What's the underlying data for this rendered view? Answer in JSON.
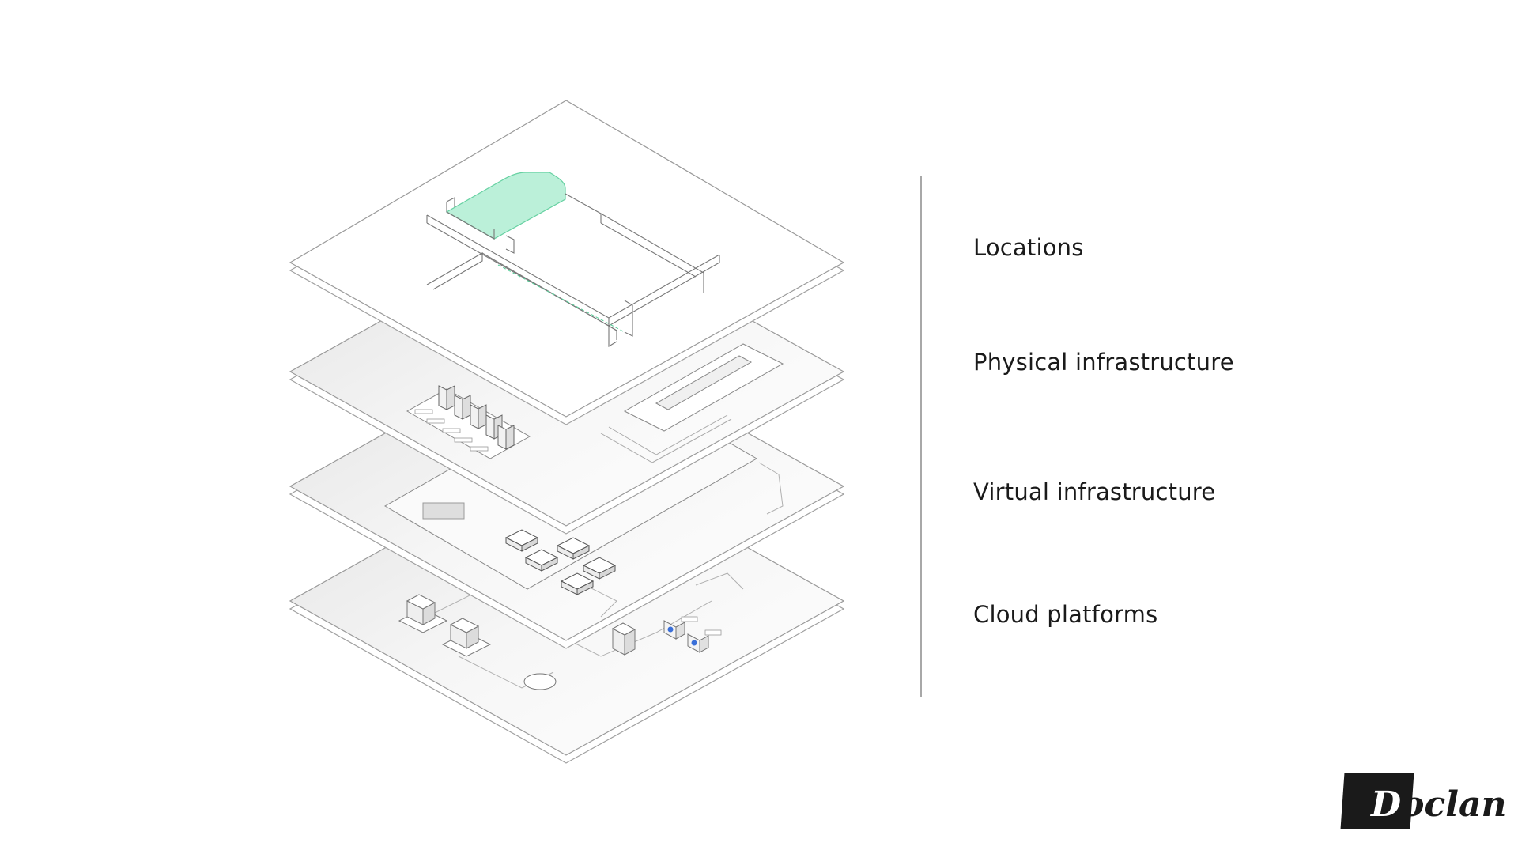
{
  "layers": [
    {
      "label": "Locations"
    },
    {
      "label": "Physical infrastructure"
    },
    {
      "label": "Virtual infrastructure"
    },
    {
      "label": "Cloud platforms"
    }
  ],
  "brand": {
    "name_first": "D",
    "name_rest": "oclan"
  },
  "colors": {
    "accent": "#b8f0d8",
    "accent_stroke": "#5fcf9e",
    "line": "#8a8a8a",
    "plate": "#ffffff",
    "plate_edge": "#cfcfcf"
  }
}
